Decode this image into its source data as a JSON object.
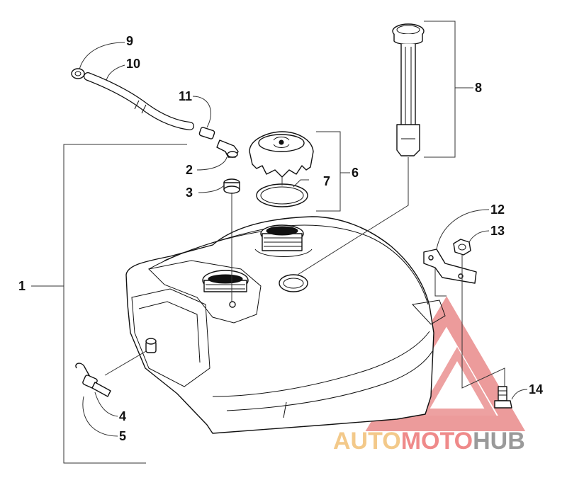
{
  "diagram": {
    "callouts": [
      {
        "id": "1",
        "label": "1"
      },
      {
        "id": "2",
        "label": "2"
      },
      {
        "id": "3",
        "label": "3"
      },
      {
        "id": "4",
        "label": "4"
      },
      {
        "id": "5",
        "label": "5"
      },
      {
        "id": "6",
        "label": "6"
      },
      {
        "id": "7",
        "label": "7"
      },
      {
        "id": "8",
        "label": "8"
      },
      {
        "id": "9",
        "label": "9"
      },
      {
        "id": "10",
        "label": "10"
      },
      {
        "id": "11",
        "label": "11"
      },
      {
        "id": "12",
        "label": "12"
      },
      {
        "id": "13",
        "label": "13"
      },
      {
        "id": "14",
        "label": "14"
      }
    ]
  },
  "watermark": {
    "word_auto": "AUTO",
    "word_moto": "MOTO",
    "word_hub": "HUB",
    "colors": {
      "auto": "#f3c98a",
      "moto": "#ef8a8a",
      "hub": "#9a9a9a"
    }
  }
}
